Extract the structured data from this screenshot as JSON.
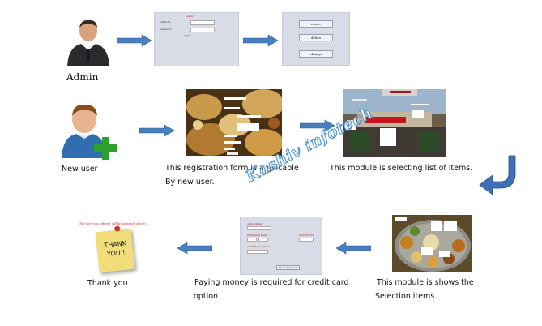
{
  "nodes": {
    "admin": {
      "label": "Admin"
    },
    "new_user": {
      "label": "New user"
    },
    "login_screen": {
      "title": "kashiv",
      "field1": "admin id",
      "field2": "password",
      "button": "login"
    },
    "menu_screen": {
      "buttons": [
        "insert",
        "delete",
        "change"
      ]
    },
    "registration": {
      "caption_line1": "This registration form is applicable",
      "caption_line2": "By new user."
    },
    "item_list": {
      "caption": "This module is selecting list of items."
    },
    "selection": {
      "caption_line1": "This module is shows the",
      "caption_line2": "Selection items."
    },
    "payment": {
      "caption_line1": "Paying money is required for credit card",
      "caption_line2": "option",
      "labels": [
        "card number",
        "Expiration Date",
        "Card Holder Name",
        "CVV2/CVC2"
      ],
      "button": "Make Payment"
    },
    "thank_you": {
      "label": "Thank you",
      "note_text": "The item you ordered will be delivered shortly",
      "sticky_text": "THANK YOU !"
    }
  },
  "watermark": "Kashiv infotech"
}
